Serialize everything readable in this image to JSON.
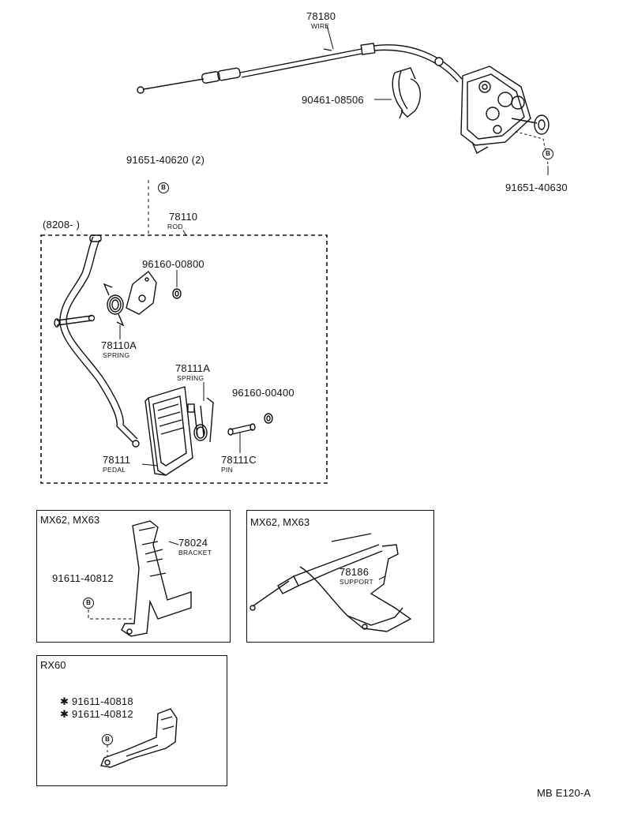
{
  "parts": {
    "wire_no": "78180",
    "wire_name": "WIRE",
    "clamp_no": "90461-08506",
    "nut_right_no": "91651-40630",
    "nut_top_no": "91651-40620 (2)",
    "rod_no": "78110",
    "rod_name": "ROD",
    "serial_range": "(8208-        )",
    "ring_upper_no": "96160-00800",
    "spring_a_no": "78110A",
    "spring_a_name": "SPRING",
    "spring_b_no": "78111A",
    "spring_b_name": "SPRING",
    "ring_lower_no": "96160-00400",
    "pedal_no": "78111",
    "pedal_name": "PEDAL",
    "pin_no": "78111C",
    "pin_name": "PIN"
  },
  "inset_bracket": {
    "title": "MX62, MX63",
    "bracket_no": "78024",
    "bracket_name": "BRACKET",
    "bolt_no": "91611-40812"
  },
  "inset_support": {
    "title": "MX62, MX63",
    "support_no": "78186",
    "support_name": "SUPPORT"
  },
  "inset_rx60": {
    "title": "RX60",
    "bolt_a_no": "✱ 91611-40818",
    "bolt_b_no": "✱ 91611-40812"
  },
  "bolt_marker": "B",
  "figure_code": "MB E120-A"
}
